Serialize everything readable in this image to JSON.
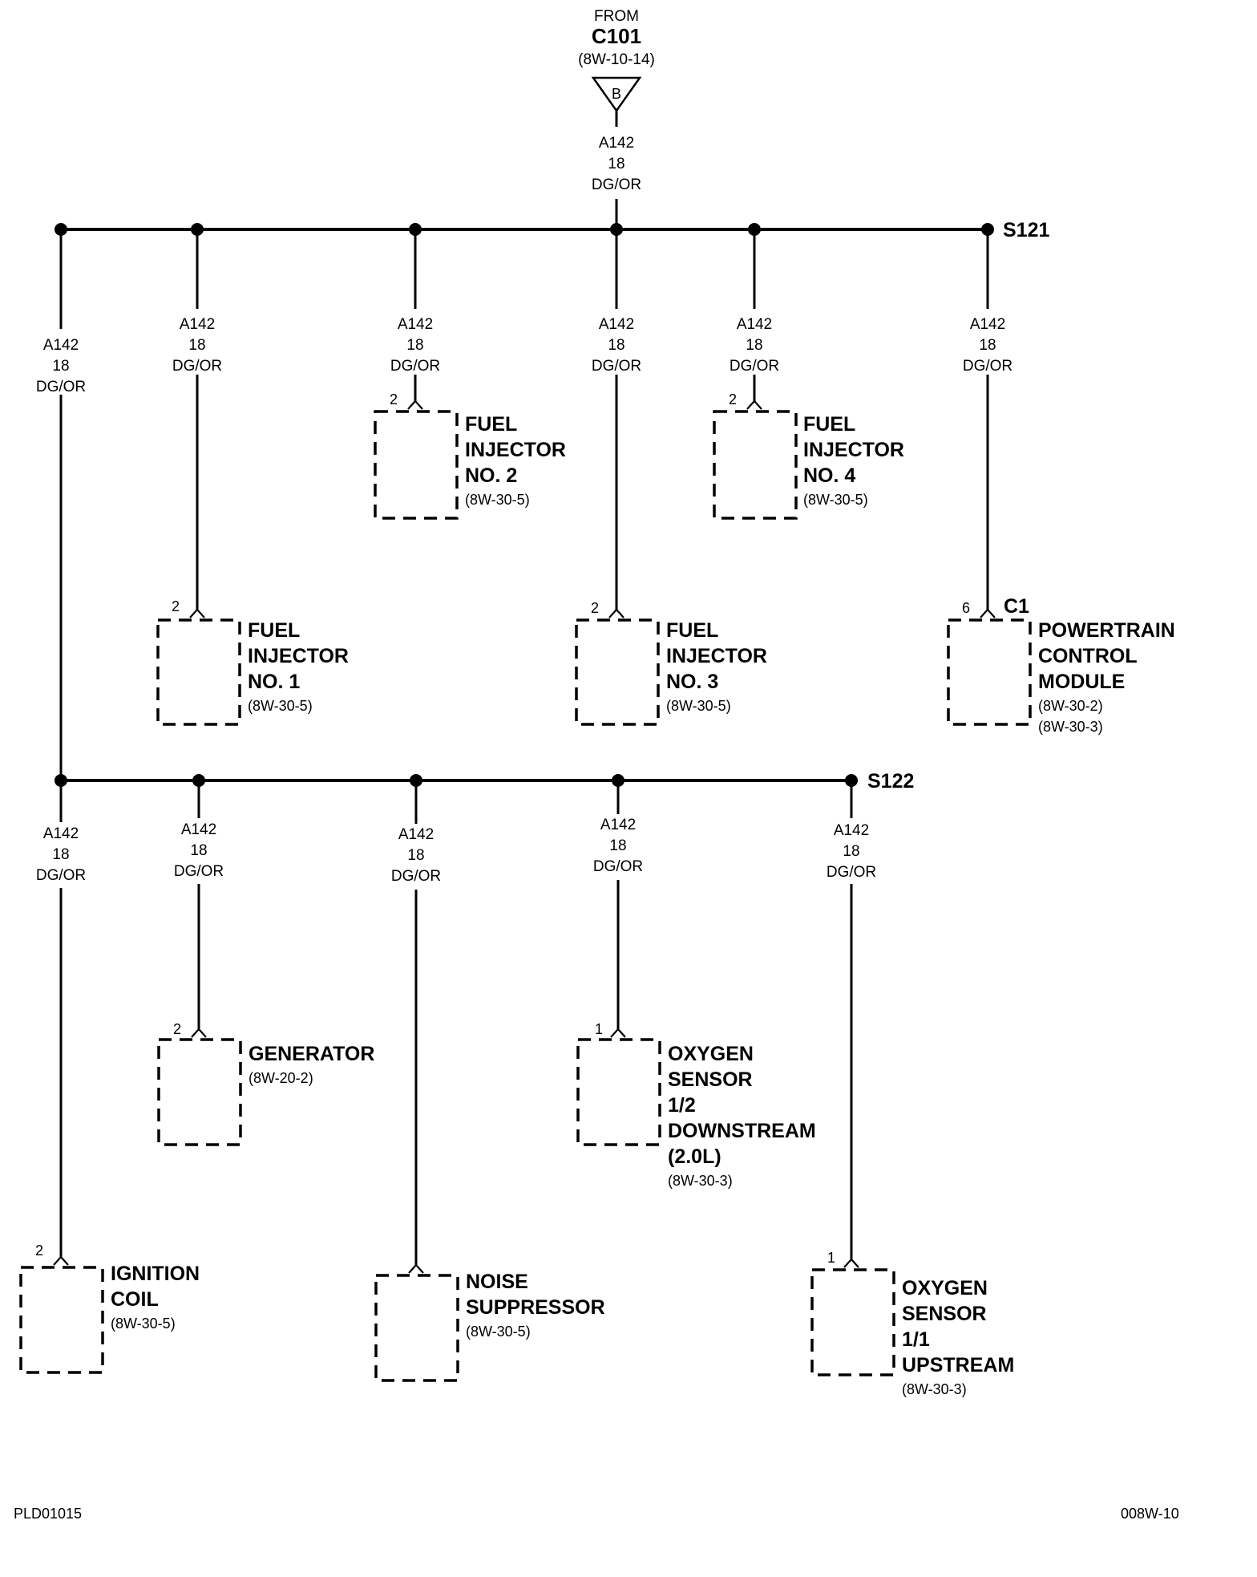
{
  "source": {
    "from_label": "FROM",
    "connector": "C101",
    "ref": "(8W-10-14)",
    "symbol_letter": "B"
  },
  "wire": {
    "circuit": "A142",
    "gauge": "18",
    "color": "DG/OR"
  },
  "splices": {
    "s121": "S121",
    "s122": "S122"
  },
  "components": {
    "inj1": {
      "pin": "2",
      "lines": [
        "FUEL",
        "INJECTOR",
        "NO. 1"
      ],
      "refs": [
        "(8W-30-5)"
      ]
    },
    "inj2": {
      "pin": "2",
      "lines": [
        "FUEL",
        "INJECTOR",
        "NO. 2"
      ],
      "refs": [
        "(8W-30-5)"
      ]
    },
    "inj3": {
      "pin": "2",
      "lines": [
        "FUEL",
        "INJECTOR",
        "NO. 3"
      ],
      "refs": [
        "(8W-30-5)"
      ]
    },
    "inj4": {
      "pin": "2",
      "lines": [
        "FUEL",
        "INJECTOR",
        "NO. 4"
      ],
      "refs": [
        "(8W-30-5)"
      ]
    },
    "pcm": {
      "pin": "6",
      "connector": "C1",
      "lines": [
        "POWERTRAIN",
        "CONTROL",
        "MODULE"
      ],
      "refs": [
        "(8W-30-2)",
        "(8W-30-3)"
      ]
    },
    "gen": {
      "pin": "2",
      "lines": [
        "GENERATOR"
      ],
      "refs": [
        "(8W-20-2)"
      ]
    },
    "o2down": {
      "pin": "1",
      "lines": [
        "OXYGEN",
        "SENSOR",
        "1/2",
        "DOWNSTREAM",
        "(2.0L)"
      ],
      "refs": [
        "(8W-30-3)"
      ]
    },
    "coil": {
      "pin": "2",
      "lines": [
        "IGNITION",
        "COIL"
      ],
      "refs": [
        "(8W-30-5)"
      ]
    },
    "noise": {
      "pin": "",
      "lines": [
        "NOISE",
        "SUPPRESSOR"
      ],
      "refs": [
        "(8W-30-5)"
      ]
    },
    "o2up": {
      "pin": "1",
      "lines": [
        "OXYGEN",
        "SENSOR",
        "1/1",
        "UPSTREAM"
      ],
      "refs": [
        "(8W-30-3)"
      ]
    }
  },
  "footer": {
    "left_code": "PLD01015",
    "right_code": "008W-10"
  }
}
